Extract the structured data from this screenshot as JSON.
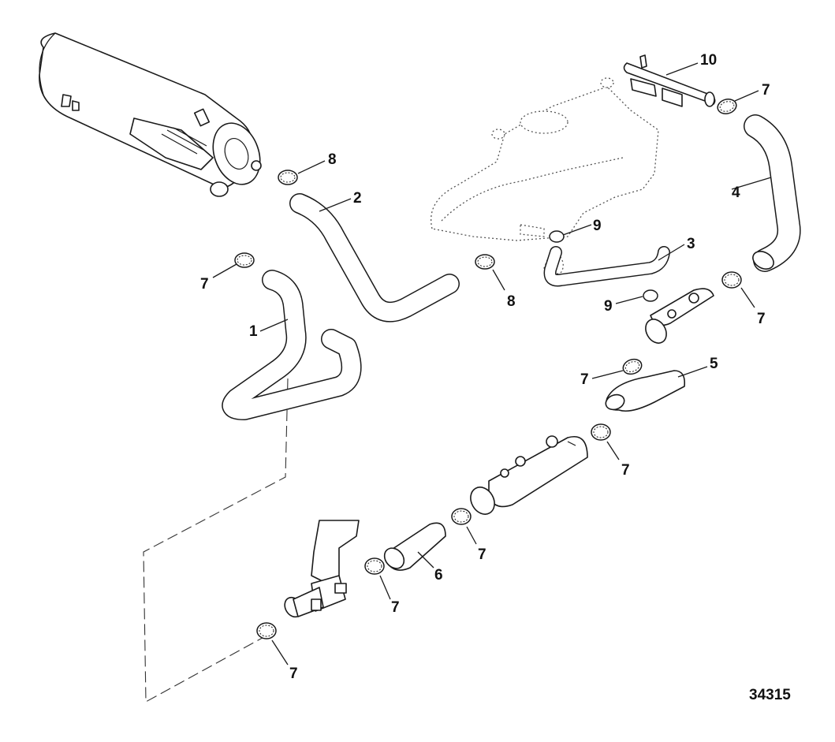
{
  "diagram": {
    "figure_number": "34315",
    "callouts": [
      {
        "id": "c-10",
        "label": "10"
      },
      {
        "id": "c-7a",
        "label": "7"
      },
      {
        "id": "c-8a",
        "label": "8"
      },
      {
        "id": "c-2",
        "label": "2"
      },
      {
        "id": "c-4",
        "label": "4"
      },
      {
        "id": "c-9a",
        "label": "9"
      },
      {
        "id": "c-3",
        "label": "3"
      },
      {
        "id": "c-7b",
        "label": "7"
      },
      {
        "id": "c-8b",
        "label": "8"
      },
      {
        "id": "c-9b",
        "label": "9"
      },
      {
        "id": "c-7c",
        "label": "7"
      },
      {
        "id": "c-1",
        "label": "1"
      },
      {
        "id": "c-7d",
        "label": "7"
      },
      {
        "id": "c-5",
        "label": "5"
      },
      {
        "id": "c-7e",
        "label": "7"
      },
      {
        "id": "c-7f",
        "label": "7"
      },
      {
        "id": "c-6",
        "label": "6"
      },
      {
        "id": "c-7g",
        "label": "7"
      },
      {
        "id": "c-7h",
        "label": "7"
      }
    ]
  }
}
